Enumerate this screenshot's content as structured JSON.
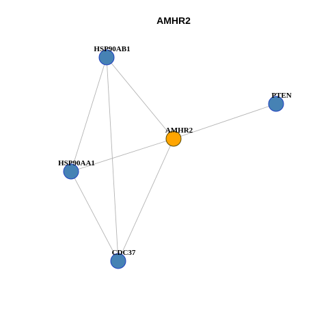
{
  "title": "AMHR2",
  "colors": {
    "center_node": "#FFA500",
    "neighbor_node": "#4682B4",
    "node_border": "#1F3FBF",
    "edge": "#B3B3B3"
  },
  "nodes": [
    {
      "id": "AMHR2",
      "label": "AMHR2",
      "role": "center"
    },
    {
      "id": "HSP90AB1",
      "label": "HSP90AB1",
      "role": "neighbor"
    },
    {
      "id": "PTEN",
      "label": "PTEN",
      "role": "neighbor"
    },
    {
      "id": "HSP90AA1",
      "label": "HSP90AA1",
      "role": "neighbor"
    },
    {
      "id": "CDC37",
      "label": "CDC37",
      "role": "neighbor"
    }
  ],
  "edges": [
    {
      "source": "HSP90AB1",
      "target": "HSP90AA1"
    },
    {
      "source": "HSP90AB1",
      "target": "AMHR2"
    },
    {
      "source": "HSP90AB1",
      "target": "CDC37"
    },
    {
      "source": "AMHR2",
      "target": "PTEN"
    },
    {
      "source": "AMHR2",
      "target": "HSP90AA1"
    },
    {
      "source": "AMHR2",
      "target": "CDC37"
    },
    {
      "source": "HSP90AA1",
      "target": "CDC37"
    }
  ]
}
